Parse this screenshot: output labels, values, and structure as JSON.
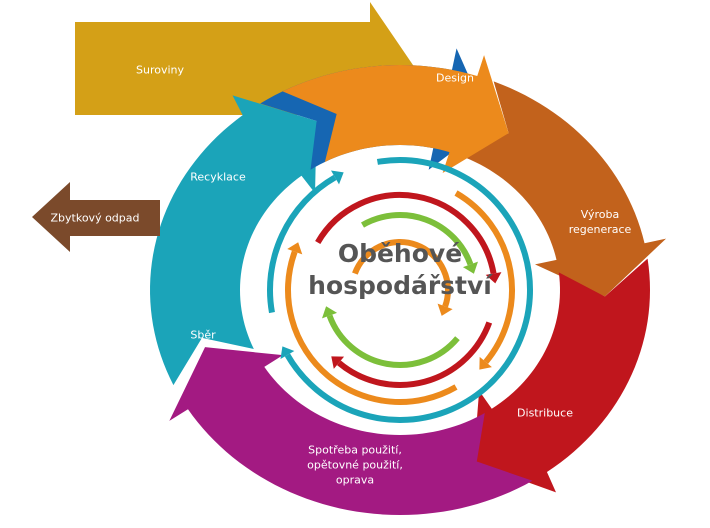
{
  "title": {
    "line1": "Oběhové",
    "line2": "hospodářství"
  },
  "stages": [
    {
      "id": "suroviny",
      "label": "Suroviny",
      "color": "#d4a017"
    },
    {
      "id": "design",
      "label": "Design",
      "color": "#ec8a1c"
    },
    {
      "id": "vyroba",
      "label_line1": "Výroba",
      "label_line2": "regenerace",
      "color": "#c2621c"
    },
    {
      "id": "distribuce",
      "label": "Distribuce",
      "color": "#c0161d"
    },
    {
      "id": "spotreba",
      "label_line1": "Spotřeba použití,",
      "label_line2": "opětovné použití,",
      "label_line3": "oprava",
      "color": "#a31a82"
    },
    {
      "id": "sber",
      "label": "Sběr",
      "color": "#1ba4b9"
    },
    {
      "id": "recyklace",
      "label": "Recyklace",
      "color": "#1666b2"
    },
    {
      "id": "zbytkovy",
      "label": "Zbytkový odpad",
      "color": "#7b4a2b"
    }
  ]
}
